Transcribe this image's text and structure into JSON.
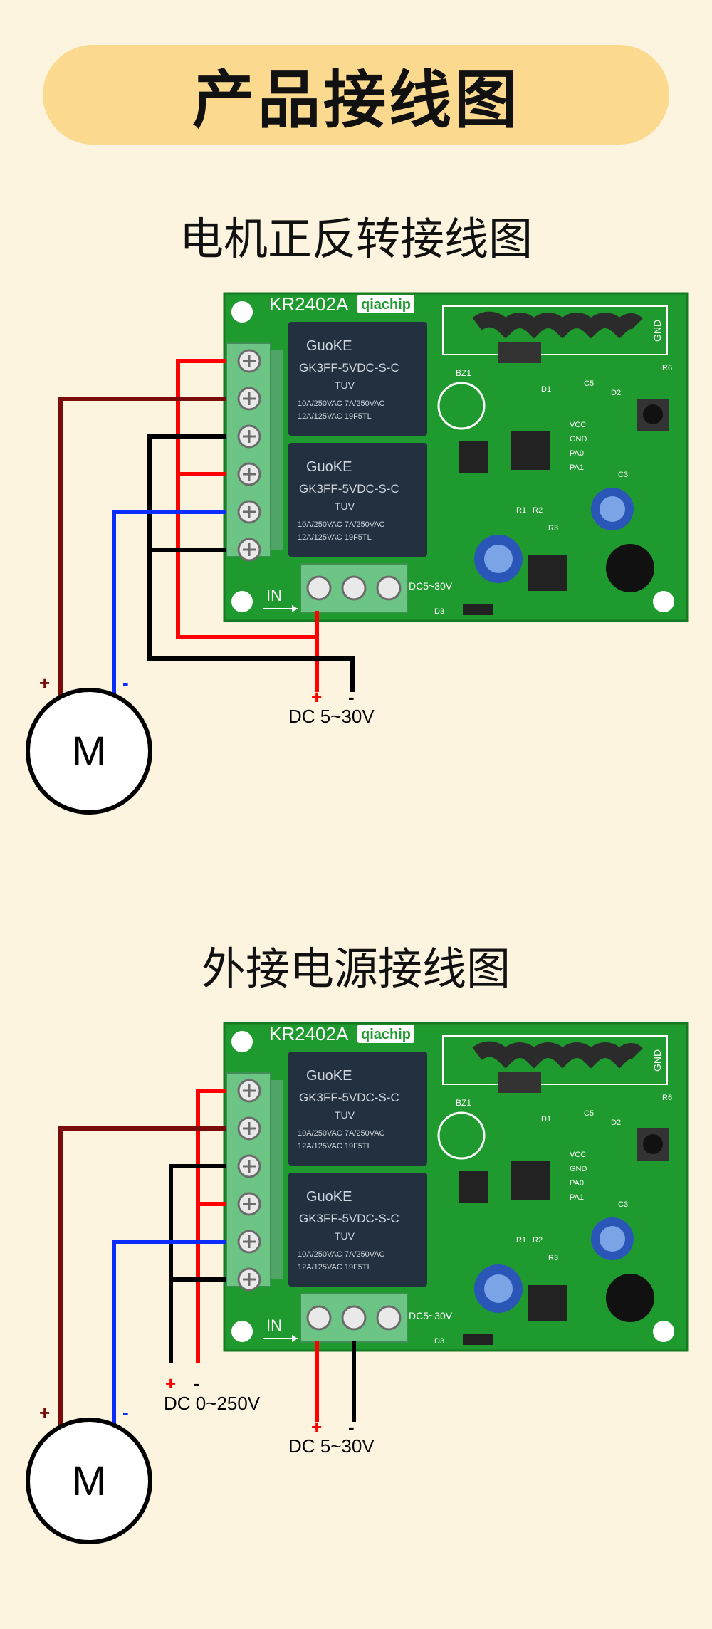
{
  "header": {
    "title": "产品接线图"
  },
  "sections": [
    {
      "title": "电机正反转接线图",
      "board": {
        "model": "KR2402A",
        "brand": "qiachip",
        "relay_brand": "GuoKE",
        "relay_model": "GK3FF-5VDC-S-C",
        "relay_rating_1": "10A/250VAC  7A/250VAC",
        "relay_rating_2": "12A/125VAC    19F5TL",
        "relay_tuv": "TUV",
        "in_label": "IN",
        "dc_label": "DC5~30V",
        "gnd_label": "GND",
        "pins": [
          "VCC",
          "GND",
          "PA0",
          "PA1"
        ],
        "silk": [
          "BZ1",
          "R1",
          "R2",
          "R3",
          "C3",
          "C5",
          "D1",
          "D2",
          "D3",
          "R6"
        ]
      },
      "motor": {
        "label": "M",
        "plus": "+",
        "minus": "-"
      },
      "power": {
        "label": "DC 5~30V",
        "plus": "+",
        "minus": "-"
      }
    },
    {
      "title": "外接电源接线图",
      "board": {
        "model": "KR2402A",
        "brand": "qiachip",
        "relay_brand": "GuoKE",
        "relay_model": "GK3FF-5VDC-S-C",
        "relay_rating_1": "10A/250VAC  7A/250VAC",
        "relay_rating_2": "12A/125VAC    19F5TL",
        "relay_tuv": "TUV",
        "in_label": "IN",
        "dc_label": "DC5~30V",
        "gnd_label": "GND",
        "pins": [
          "VCC",
          "GND",
          "PA0",
          "PA1"
        ],
        "silk": [
          "BZ1",
          "R1",
          "R2",
          "R3",
          "C3",
          "C5",
          "D1",
          "D2",
          "D3",
          "R6"
        ]
      },
      "motor": {
        "label": "M",
        "plus": "+",
        "minus": "-"
      },
      "external_power": {
        "label": "DC 0~250V",
        "plus": "+",
        "minus": "-"
      },
      "power": {
        "label": "DC 5~30V",
        "plus": "+",
        "minus": "-"
      }
    }
  ],
  "colors": {
    "background": "#fdf4e0",
    "banner": "#fbd98e",
    "pcb": "#1f9a2e",
    "terminal": "#6cc585",
    "relay": "#22303f",
    "wire_red": "#ff0000",
    "wire_black": "#000000",
    "wire_brown": "#7a0c0c",
    "wire_blue": "#0a2cff"
  }
}
